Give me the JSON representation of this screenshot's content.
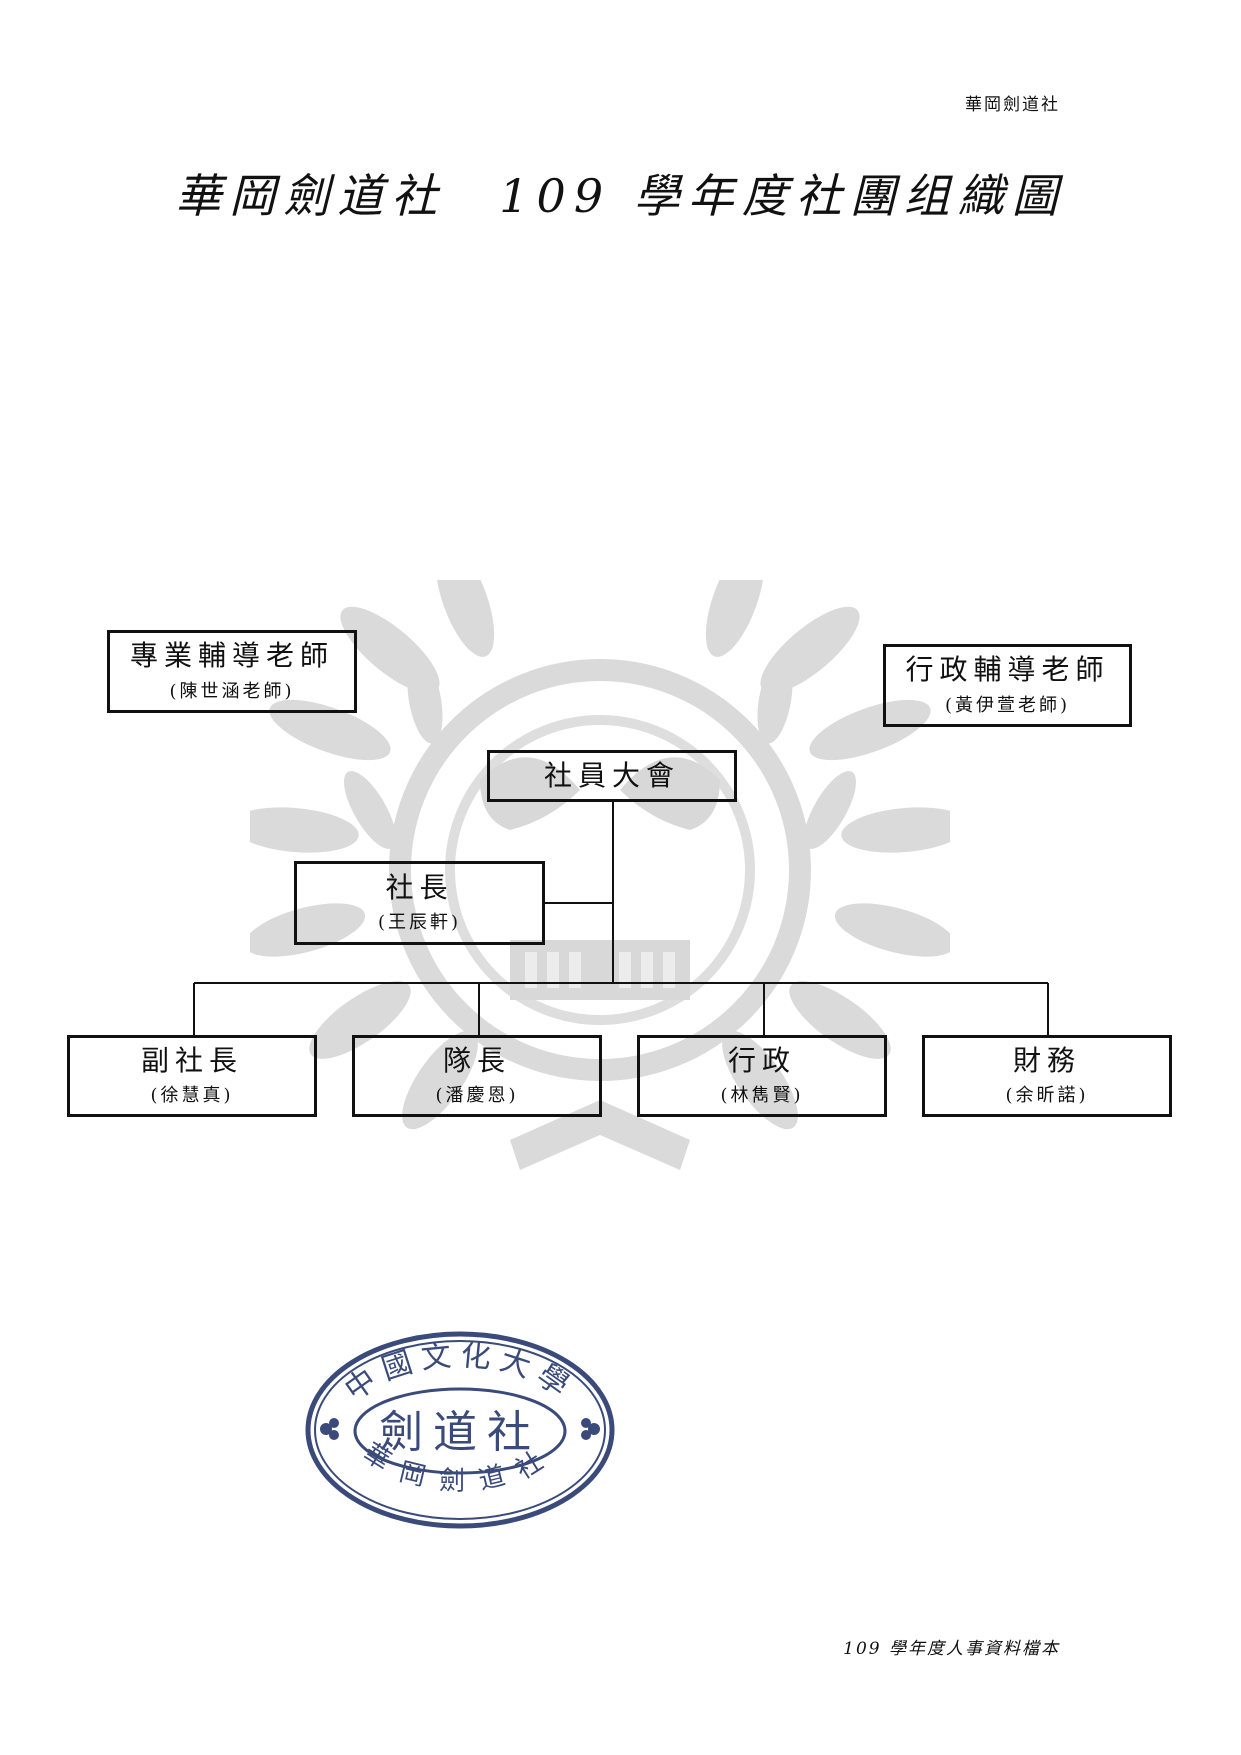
{
  "header": {
    "club_name": "華岡劍道社"
  },
  "title": "華岡劍道社　109 學年度社團组織圖",
  "chart": {
    "nodes": [
      {
        "id": "professional-advisor",
        "role": "專業輔導老師",
        "person": "(陳世涵老師)"
      },
      {
        "id": "admin-advisor",
        "role": "行政輔導老師",
        "person": "(黃伊萱老師)"
      },
      {
        "id": "general-assembly",
        "role": "社員大會",
        "person": ""
      },
      {
        "id": "president",
        "role": "社長",
        "person": "(王辰軒)"
      },
      {
        "id": "vice-president",
        "role": "副社長",
        "person": "(徐慧真)"
      },
      {
        "id": "captain",
        "role": "隊長",
        "person": "(潘慶恩)"
      },
      {
        "id": "administration",
        "role": "行政",
        "person": "(林雋賢)"
      },
      {
        "id": "finance",
        "role": "財務",
        "person": "(余昕諾)"
      }
    ],
    "edges": [
      [
        "general-assembly",
        "president"
      ],
      [
        "general-assembly",
        "vice-president"
      ],
      [
        "general-assembly",
        "captain"
      ],
      [
        "general-assembly",
        "administration"
      ],
      [
        "general-assembly",
        "finance"
      ]
    ]
  },
  "seal": {
    "top_text": "中國文化大學",
    "center_text": "劍道社",
    "bottom_text": "華岡劍道社",
    "color": "#3a4a7a"
  },
  "footer": {
    "document_note": "109 學年度人事資料檔本"
  },
  "colors": {
    "ink": "#111111",
    "watermark": "#d9d9d9"
  }
}
